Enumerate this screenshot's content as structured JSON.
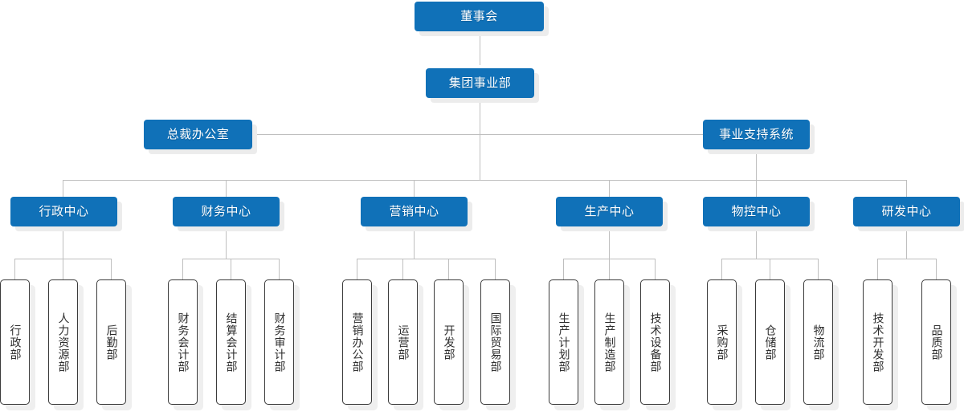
{
  "chart": {
    "type": "org-chart",
    "title": "",
    "orientation": "top-down",
    "colors": {
      "node_fill": "#1071b8",
      "node_text": "#ffffff",
      "dept_border": "#3b3b3b",
      "dept_text": "#2e2e2e",
      "connector": "#bfbfbf",
      "shadow": "#ececec",
      "background": "#ffffff"
    }
  },
  "nodes": {
    "board": {
      "label": "董事会"
    },
    "group_division": {
      "label": "集团事业部"
    },
    "president_office": {
      "label": "总裁办公室"
    },
    "support_system": {
      "label": "事业支持系统"
    }
  },
  "centers": [
    {
      "id": "admin",
      "label": "行政中心",
      "departments": [
        {
          "label": "行政部"
        },
        {
          "label": "人力资源部"
        },
        {
          "label": "后勤部"
        }
      ]
    },
    {
      "id": "finance",
      "label": "财务中心",
      "departments": [
        {
          "label": "财务会计部"
        },
        {
          "label": "结算会计部"
        },
        {
          "label": "财务审计部"
        }
      ]
    },
    {
      "id": "marketing",
      "label": "营销中心",
      "departments": [
        {
          "label": "营销办公部"
        },
        {
          "label": "运营部"
        },
        {
          "label": "开发部"
        },
        {
          "label": "国际贸易部"
        }
      ]
    },
    {
      "id": "production",
      "label": "生产中心",
      "departments": [
        {
          "label": "生产计划部"
        },
        {
          "label": "生产制造部"
        },
        {
          "label": "技术设备部"
        }
      ]
    },
    {
      "id": "material-control",
      "label": "物控中心",
      "departments": [
        {
          "label": "采购部"
        },
        {
          "label": "仓储部"
        },
        {
          "label": "物流部"
        }
      ]
    },
    {
      "id": "rnd",
      "label": "研发中心",
      "departments": [
        {
          "label": "技术开发部"
        },
        {
          "label": "品质部"
        }
      ]
    }
  ]
}
